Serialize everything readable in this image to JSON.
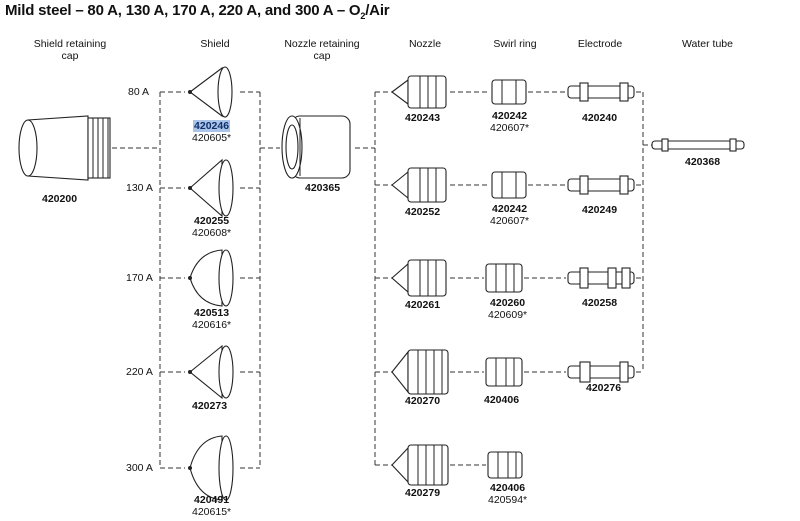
{
  "title": {
    "main": "Mild steel – 80 A, 130 A, 170 A, 220 A, and 300 A – O",
    "sub": "2",
    "suffix": "/Air"
  },
  "headers": {
    "shield_cap": "Shield retaining cap",
    "shield": "Shield",
    "nozzle_cap": "Nozzle retaining cap",
    "nozzle": "Nozzle",
    "swirl": "Swirl ring",
    "electrode": "Electrode",
    "water_tube": "Water tube"
  },
  "amps": [
    "80 A",
    "130 A",
    "170 A",
    "220 A",
    "300 A"
  ],
  "shield_cap": {
    "part": "420200"
  },
  "nozzle_cap": {
    "part": "420365"
  },
  "water_tube": {
    "part": "420368"
  },
  "shields": [
    {
      "part": "420246",
      "alt": "420605*"
    },
    {
      "part": "420255",
      "alt": "420608*"
    },
    {
      "part": "420513",
      "alt": "420616*"
    },
    {
      "part": "420273",
      "alt": ""
    },
    {
      "part": "420491",
      "alt": "420615*"
    }
  ],
  "nozzles": [
    "420243",
    "420252",
    "420261",
    "420270",
    "420279"
  ],
  "swirl_rings": [
    {
      "part": "420242",
      "alt": "420607*"
    },
    {
      "part": "420242",
      "alt": "420607*"
    },
    {
      "part": "420260",
      "alt": "420609*"
    },
    {
      "part": "420406",
      "alt": ""
    },
    {
      "part": "420406",
      "alt": "420594*"
    }
  ],
  "electrodes": [
    "420240",
    "420249",
    "420258",
    "420276"
  ]
}
